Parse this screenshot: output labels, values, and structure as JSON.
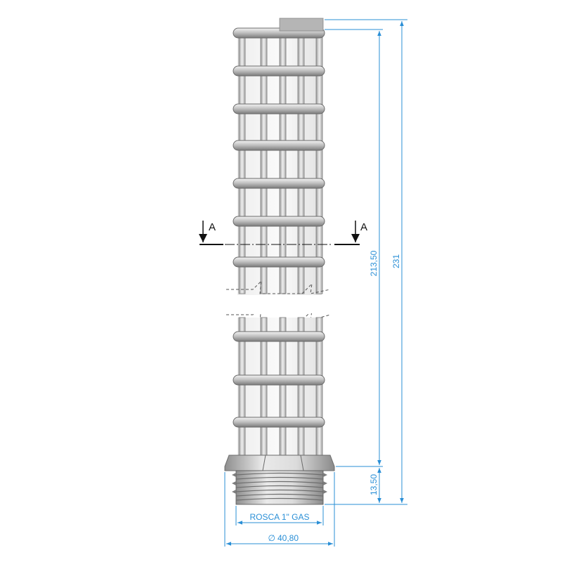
{
  "dimensions": {
    "total_height": "231",
    "cage_height": "213,50",
    "thread_height": "13,50",
    "thread_label": "ROSCA 1\" GAS",
    "diameter": "40,80",
    "diameter_symbol": "∅"
  },
  "section": {
    "left_label": "A",
    "right_label": "A"
  },
  "colors": {
    "dimension_line": "#2a8fd6",
    "part_body": "#c9c9c9",
    "part_edge": "#6b6b6b"
  }
}
